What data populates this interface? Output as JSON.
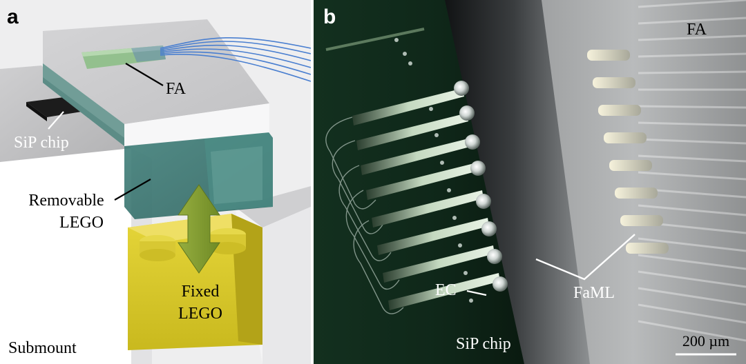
{
  "panel_a": {
    "letter": "a",
    "labels": {
      "fa": "FA",
      "sip_chip": "SiP chip",
      "removable_line1": "Removable",
      "removable_line2": "LEGO",
      "fixed_line1": "Fixed",
      "fixed_line2": "LEGO",
      "submount": "Submount"
    }
  },
  "panel_b": {
    "letter": "b",
    "labels": {
      "fa": "FA",
      "ec": "EC",
      "faml": "FaML",
      "sip_chip": "SiP chip",
      "scale_bar": "200 µm"
    }
  },
  "colors": {
    "lego_teal": "#2f6e6a",
    "lego_yellow": "#d6c52a",
    "arrow_green": "#7f9a2e",
    "fiber_blue": "#4a7fd0",
    "chip_dark": "#0f2417"
  }
}
